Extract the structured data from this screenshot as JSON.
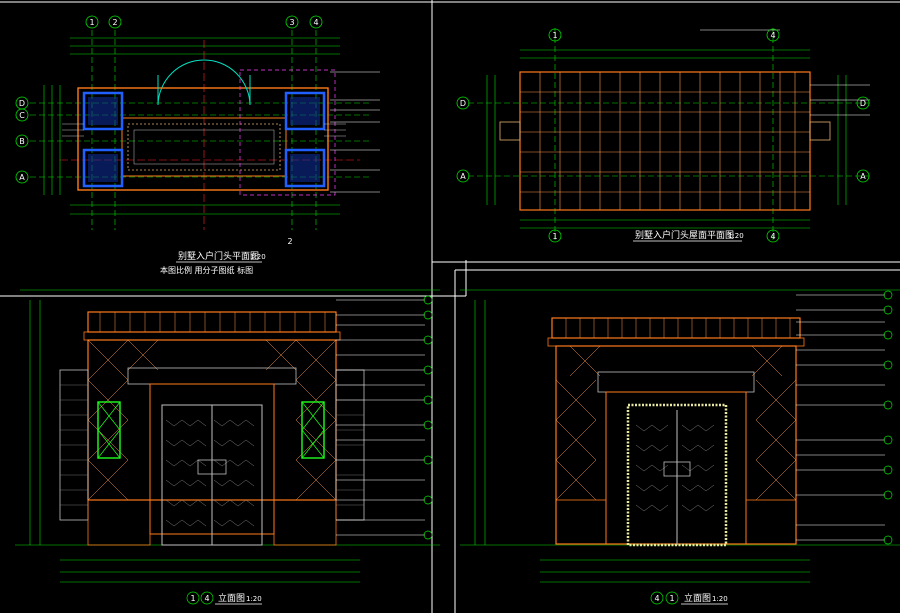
{
  "colors": {
    "background": "#000000",
    "frame": "#ffffff",
    "dimension": "#00e000",
    "axis": "#00e000",
    "axis_red": "#ff2020",
    "wall": "#ff7a1a",
    "stone": "#e0b070",
    "column": "#2060ff",
    "door": "#c0c0c0",
    "leader": "#ffffff",
    "green_panel": "#20ff20",
    "magenta": "#ff40ff"
  },
  "plan": {
    "title": "别墅入户门头平面图",
    "scale": "1:20",
    "subtitle": "本图比例 用分子图纸 标图",
    "axes_top": [
      "1",
      "2",
      "3",
      "4"
    ],
    "axes_left": [
      "D",
      "C",
      "B",
      "A"
    ],
    "axes_bottom": [
      "2"
    ]
  },
  "roof_plan": {
    "title": "别墅入户门头屋面平面图",
    "scale": "1:20",
    "axes_top": [
      "1",
      "4"
    ],
    "axes_left": [
      "D",
      "A"
    ],
    "axes_right": [
      "D",
      "A"
    ],
    "axes_bottom": [
      "1",
      "4"
    ]
  },
  "elev_left": {
    "title": "立面图",
    "scale": "1:20",
    "axes_bottom": [
      "1",
      "4"
    ]
  },
  "elev_right": {
    "title": "立面图",
    "scale": "1:20",
    "axes_bottom": [
      "4",
      "1"
    ]
  }
}
